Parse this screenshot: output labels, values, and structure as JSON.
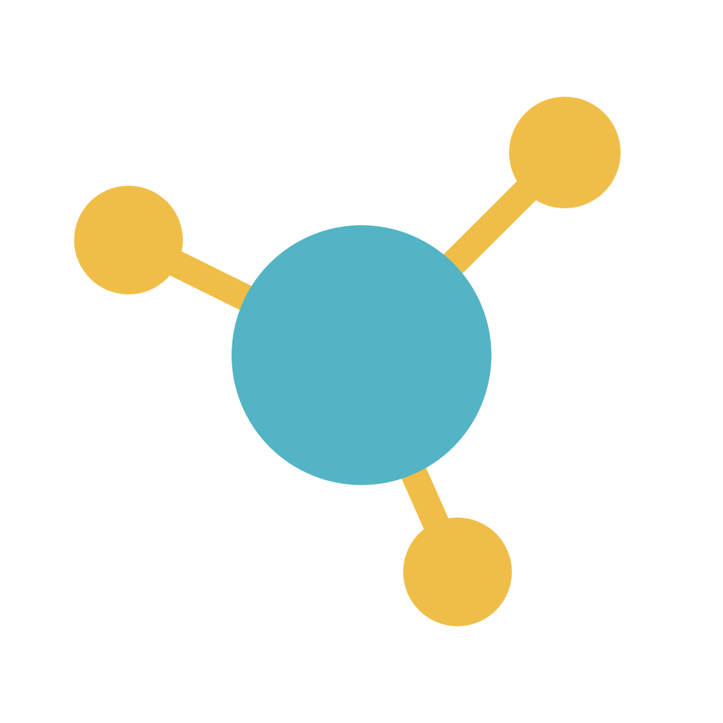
{
  "graphic": {
    "kind": "hub-and-spoke network icon",
    "icon_name": "network-share-icon",
    "colors": {
      "background": "#ffffff",
      "hub": "#52b4c4",
      "spoke": "#f0be48",
      "node": "#f0be48"
    },
    "hub_count": 1,
    "satellite_node_count": 3,
    "link_count": 3
  }
}
